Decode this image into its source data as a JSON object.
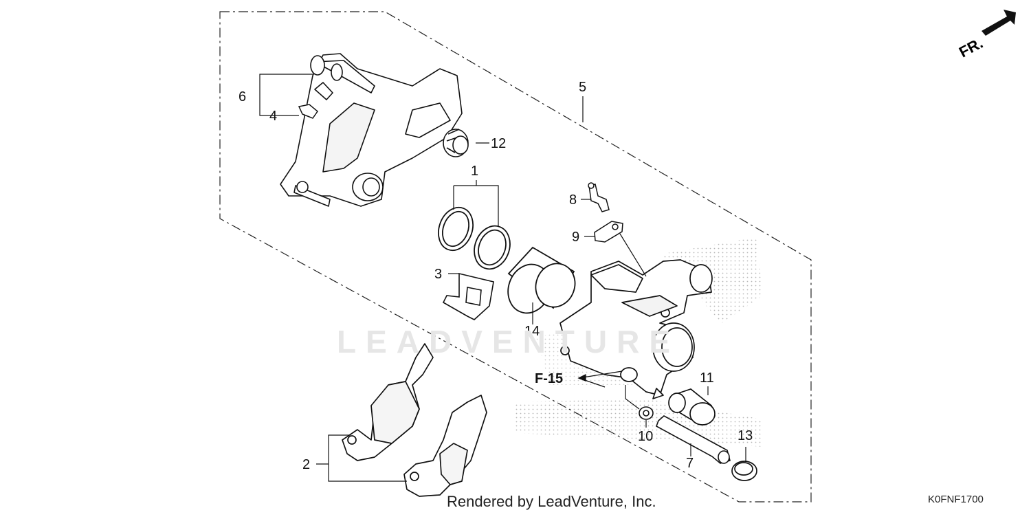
{
  "diagram": {
    "direction_label": "FR.",
    "watermark": "LEADVENTURE",
    "credit": "Rendered by LeadVenture, Inc.",
    "diagram_code": "K0FNF1700",
    "reference_label": "F-15",
    "callouts": [
      "1",
      "2",
      "3",
      "4",
      "5",
      "6",
      "7",
      "8",
      "9",
      "10",
      "11",
      "12",
      "13",
      "14"
    ]
  }
}
